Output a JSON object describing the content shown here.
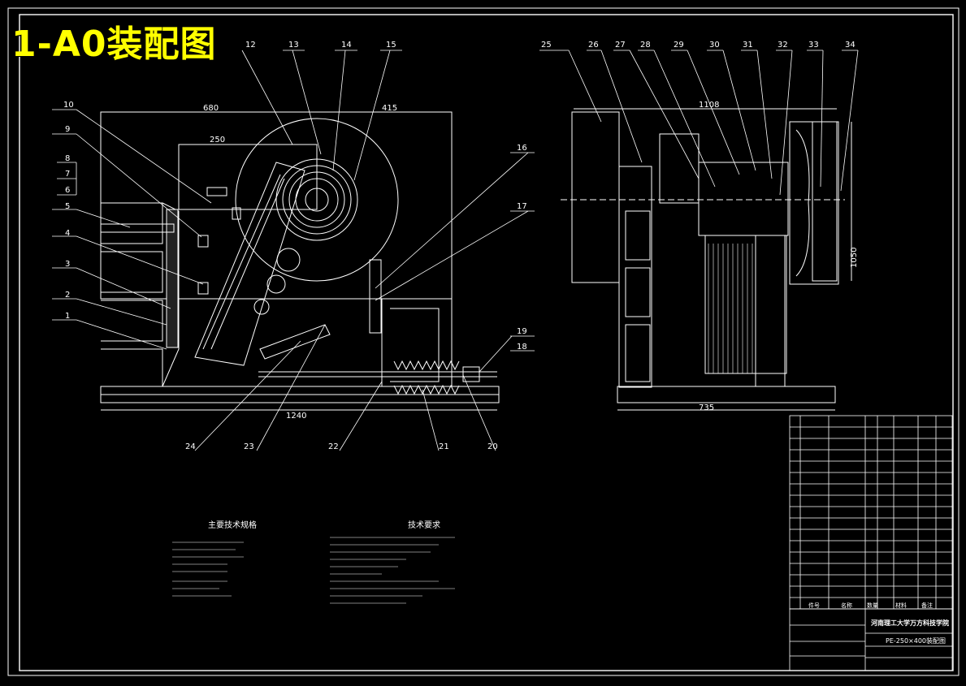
{
  "overlay_title": "1-A0装配图",
  "left_view": {
    "balloons_left": [
      "10",
      "9",
      "8",
      "7",
      "6",
      "5",
      "4",
      "3",
      "2",
      "1"
    ],
    "balloons_top": [
      "12",
      "13",
      "14",
      "15"
    ],
    "balloons_right": [
      "16",
      "17",
      "19",
      "18"
    ],
    "balloons_bottom": [
      "24",
      "23",
      "22",
      "21",
      "20"
    ],
    "dims": {
      "width_left": "680",
      "width_right": "415",
      "inner": "250",
      "overall": "1240"
    }
  },
  "right_view": {
    "balloons_top": [
      "25",
      "26",
      "27",
      "28",
      "29",
      "30",
      "31",
      "32",
      "33",
      "34"
    ],
    "dims": {
      "top": "1108",
      "height": "1050",
      "bottom": "735"
    }
  },
  "notes": {
    "specs_title": "主要技术规格",
    "reqs_title": "技术要求"
  },
  "title_block": {
    "school": "河南理工大学万方科技学院",
    "drawing_name": "PE-250×400装配图",
    "hdr": [
      "件号",
      "名称",
      "数量",
      "材料",
      "备注"
    ]
  }
}
